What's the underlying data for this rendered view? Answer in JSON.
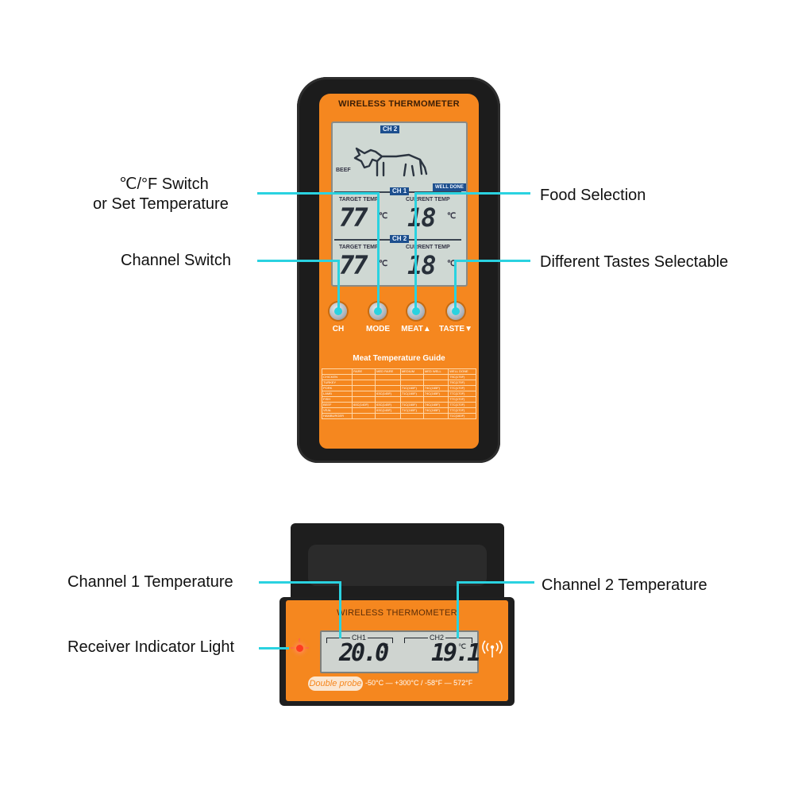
{
  "transmitter": {
    "title": "WIRELESS THERMOMETER",
    "lcd": {
      "top_channel": "CH 2",
      "meat": "BEEF",
      "taste": "WELL DONE",
      "ch1_label": "CH 1",
      "ch2_label": "CH 2",
      "target_temp_label": "TARGET TEMP",
      "current_temp_label": "CURRENT TEMP",
      "ch1_target": "77",
      "ch1_current": "18",
      "ch2_target": "77",
      "ch2_current": "18",
      "unit": "℃"
    },
    "buttons": {
      "ch": "CH",
      "mode": "MODE",
      "meat": "MEAT▲",
      "taste": "TASTE▼"
    },
    "guide": {
      "title": "Meat Temperature Guide",
      "headers": [
        "",
        "RARE",
        "MED RARE",
        "MEDIUM",
        "MED WELL",
        "WELL DONE"
      ],
      "rows": [
        [
          "CHICKEN",
          "",
          "",
          "",
          "",
          "79C(175F)"
        ],
        [
          "TURKEY",
          "",
          "",
          "",
          "",
          "79C(175F)"
        ],
        [
          "PORK",
          "",
          "",
          "71C(160F)",
          "74C(165F)",
          "77C(170F)"
        ],
        [
          "LAMB",
          "",
          "63C(145F)",
          "71C(160F)",
          "74C(165F)",
          "77C(170F)"
        ],
        [
          "FISH",
          "",
          "",
          "",
          "",
          "77C(170F)"
        ],
        [
          "BEEF",
          "60C(140F)",
          "63C(145F)",
          "71C(160F)",
          "74C(165F)",
          "77C(170F)"
        ],
        [
          "VEAL",
          "",
          "63C(145F)",
          "71C(160F)",
          "74C(165F)",
          "77C(170F)"
        ],
        [
          "HAMBURGER",
          "",
          "",
          "",
          "",
          "71C(160F)"
        ]
      ]
    }
  },
  "receiver": {
    "title": "WIRELESS THERMOMETER",
    "ch1_label": "CH1",
    "ch2_label": "CH2",
    "ch1_value": "20.0",
    "ch2_value": "19.1",
    "unit": "℃",
    "brand": "Double probe",
    "range": "-50°C — +300°C / -58°F — 572°F"
  },
  "callouts": {
    "unit_switch": "℃/°F Switch",
    "set_temp": "or Set Temperature",
    "channel_switch": "Channel Switch",
    "food_selection": "Food Selection",
    "tastes": "Different Tastes Selectable",
    "ch1_temp": "Channel 1 Temperature",
    "ch2_temp": "Channel 2 Temperature",
    "indicator": "Receiver Indicator Light"
  },
  "colors": {
    "accent_orange": "#f5871f",
    "callout_line": "#2ad2e0",
    "body_black": "#1c1c1c"
  }
}
